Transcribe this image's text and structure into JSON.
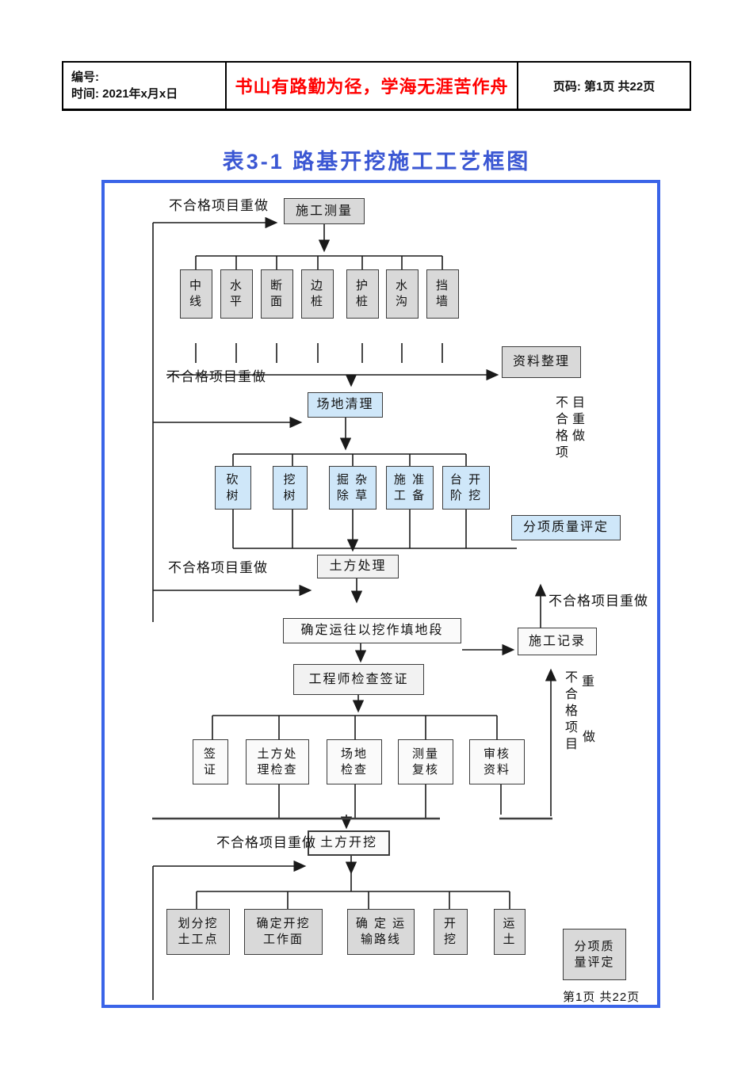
{
  "header": {
    "number": "编号:",
    "time": "时间: 2021年x月x日",
    "motto": "书山有路勤为径，学海无涯苦作舟",
    "page": "页码: 第1页 共22页"
  },
  "title": "表3-1  路基开挖施工工艺框图",
  "redo": "不合格项目重做",
  "redo_v1": {
    "col1": "不合格项",
    "col2": "目重做"
  },
  "redo_v2": {
    "col1": "不合格项目",
    "top": "重",
    "bottom": "做"
  },
  "nodes": {
    "survey": "施工测量",
    "measure": [
      "中\n线",
      "水\n平",
      "断\n面",
      "边\n桩",
      "护\n桩",
      "水\n沟",
      "挡\n墙"
    ],
    "data_sort": "资料整理",
    "site_clear": "场地清理",
    "clear_items": [
      "砍\n树",
      "挖\n树",
      "掘 杂\n除 草",
      "施 准\n工 备",
      "台 开\n阶 挖"
    ],
    "quality_mid": "分项质量评定",
    "earth_treat": "土方处理",
    "haul": "确定运往以挖作填地段",
    "record": "施工记录",
    "engineer": "工程师检查签证",
    "check_items": [
      "签\n证",
      "土方处\n理检查",
      "场地\n检查",
      "测量\n复核",
      "审核\n资料"
    ],
    "excavation": "土方开挖",
    "excavate_items": [
      "划分挖\n土工点",
      "确定开挖\n工作面",
      "确 定 运\n输路线",
      "开\n挖",
      "运\n土"
    ],
    "quality_bottom": "分项质\n量评定"
  },
  "footer": "第1页 共22页",
  "colors": {
    "frame_blue": "#3a64e8",
    "title_blue": "#3b57d3",
    "motto_red": "#ff0000",
    "box_gray": "#d9d9d9",
    "box_blue": "#cfe7f9",
    "box_light": "#f2f2f2",
    "line_dark": "#1a1a1a"
  }
}
